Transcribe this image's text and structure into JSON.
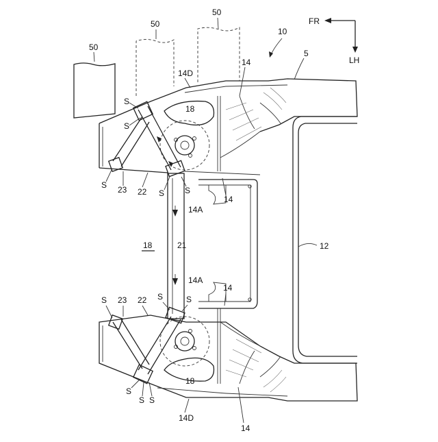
{
  "labels": {
    "ref_10": "10",
    "ref_5": "5",
    "ref_12": "12",
    "ref_50": "50",
    "ref_14": "14",
    "ref_14A": "14A",
    "ref_14D": "14D",
    "ref_18": "18",
    "ref_21": "21",
    "ref_22": "22",
    "ref_23": "23",
    "ref_S": "S",
    "dir_fr": "FR",
    "dir_lh": "LH"
  }
}
